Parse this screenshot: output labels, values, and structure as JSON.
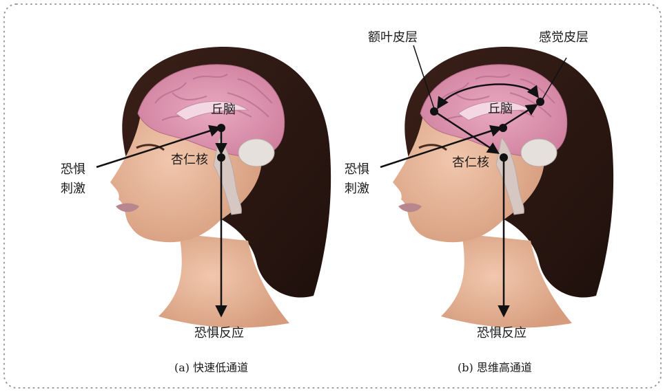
{
  "colors": {
    "hair": "#2b1712",
    "skin": "#e7b496",
    "brain": "#d98aa7",
    "brainstem": "#d6c7c2",
    "lips": "#b8868f",
    "pathway": "#111111",
    "border": "#9a9a9a"
  },
  "panels": [
    {
      "id": "a",
      "labels": {
        "thalamus": "丘脑",
        "amygdala": "杏仁核",
        "stimulus_line1": "恐惧",
        "stimulus_line2": "刺激",
        "response": "恐惧反应"
      },
      "caption": "(a) 快速低通道"
    },
    {
      "id": "b",
      "labels": {
        "prefrontal": "额叶皮层",
        "sensory_cortex": "感觉皮层",
        "thalamus": "丘脑",
        "amygdala": "杏仁核",
        "stimulus_line1": "恐惧",
        "stimulus_line2": "刺激",
        "response": "恐惧反应"
      },
      "caption": "(b) 思维高通道"
    }
  ]
}
